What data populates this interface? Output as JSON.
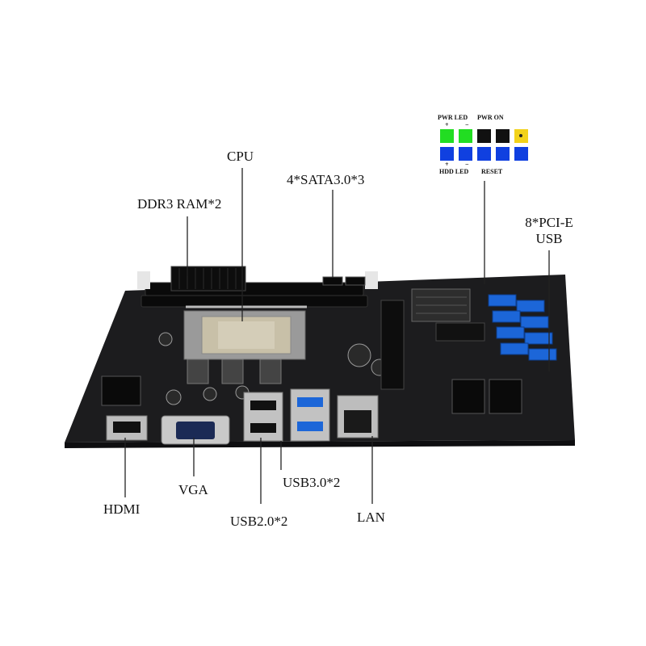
{
  "labels": {
    "cpu": "CPU",
    "ddr3": "DDR3 RAM*2",
    "sata": "4*SATA3.0*3",
    "pcie_line1": "8*PCI-E",
    "pcie_line2": "USB",
    "hdmi": "HDMI",
    "vga": "VGA",
    "usb2": "USB2.0*2",
    "usb3": "USB3.0*2",
    "lan": "LAN"
  },
  "front_panel": {
    "top_labels": [
      "PWR LED",
      "PWR ON"
    ],
    "bottom_labels": [
      "HDD LED",
      "RESET"
    ],
    "plus": "+",
    "minus": "−",
    "colors": {
      "green": "#22dd22",
      "black": "#111111",
      "yellow": "#f2d21a",
      "blue": "#1040e0"
    },
    "top_row": [
      "green",
      "green",
      "black",
      "black",
      "yellow"
    ],
    "bottom_row": [
      "blue",
      "blue",
      "blue",
      "blue",
      "blue"
    ]
  },
  "colors": {
    "board": "#1c1c1e",
    "usb3_blue": "#1c66d8",
    "text": "#111111"
  }
}
